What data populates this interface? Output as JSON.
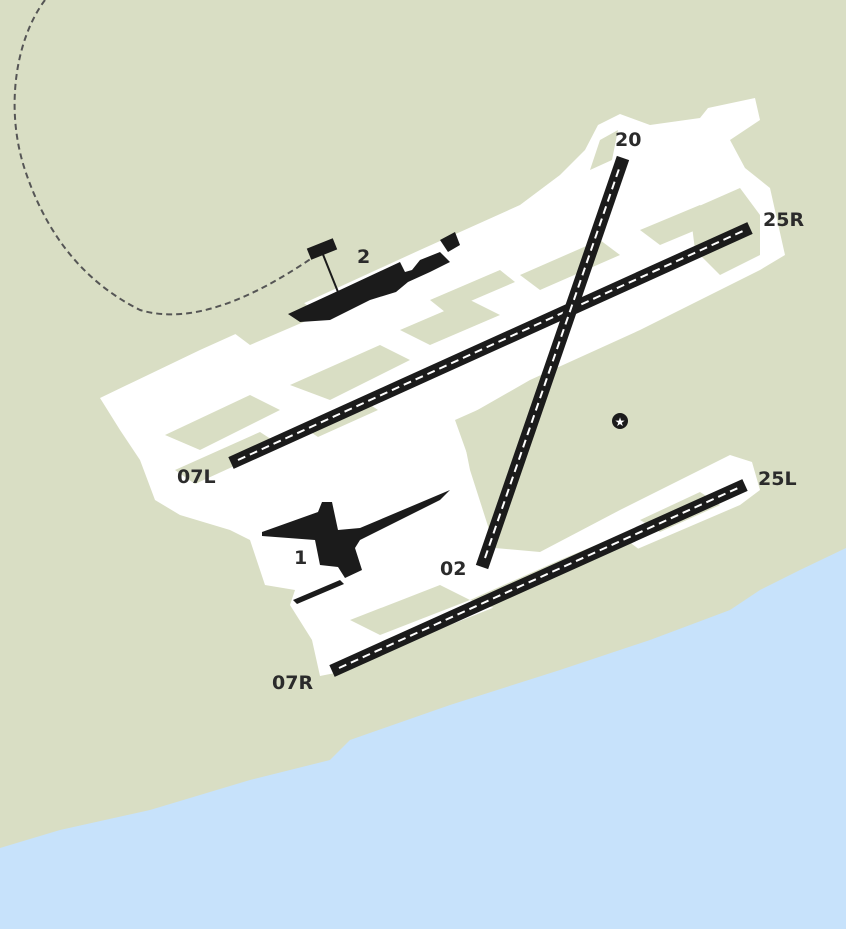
{
  "colors": {
    "land": "#d9dec4",
    "water": "#c7e2fb",
    "pavement": "#ffffff",
    "runway": "#1b1b1b",
    "runway_centerline": "#ffffff",
    "terminal": "#1b1b1b",
    "label": "#2b2b2b",
    "rail_line": "#555555"
  },
  "runways": [
    {
      "id": "07L-25R",
      "ends": [
        "07L",
        "25R"
      ]
    },
    {
      "id": "02-20",
      "ends": [
        "02",
        "20"
      ]
    },
    {
      "id": "07R-25L",
      "ends": [
        "07R",
        "25L"
      ]
    }
  ],
  "labels": {
    "rwy_07L": "07L",
    "rwy_25R": "25R",
    "rwy_20": "20",
    "rwy_02": "02",
    "rwy_25L": "25L",
    "rwy_07R": "07R",
    "terminal_1": "1",
    "terminal_2": "2"
  },
  "icons": {
    "control_tower": "star-in-circle-icon"
  }
}
